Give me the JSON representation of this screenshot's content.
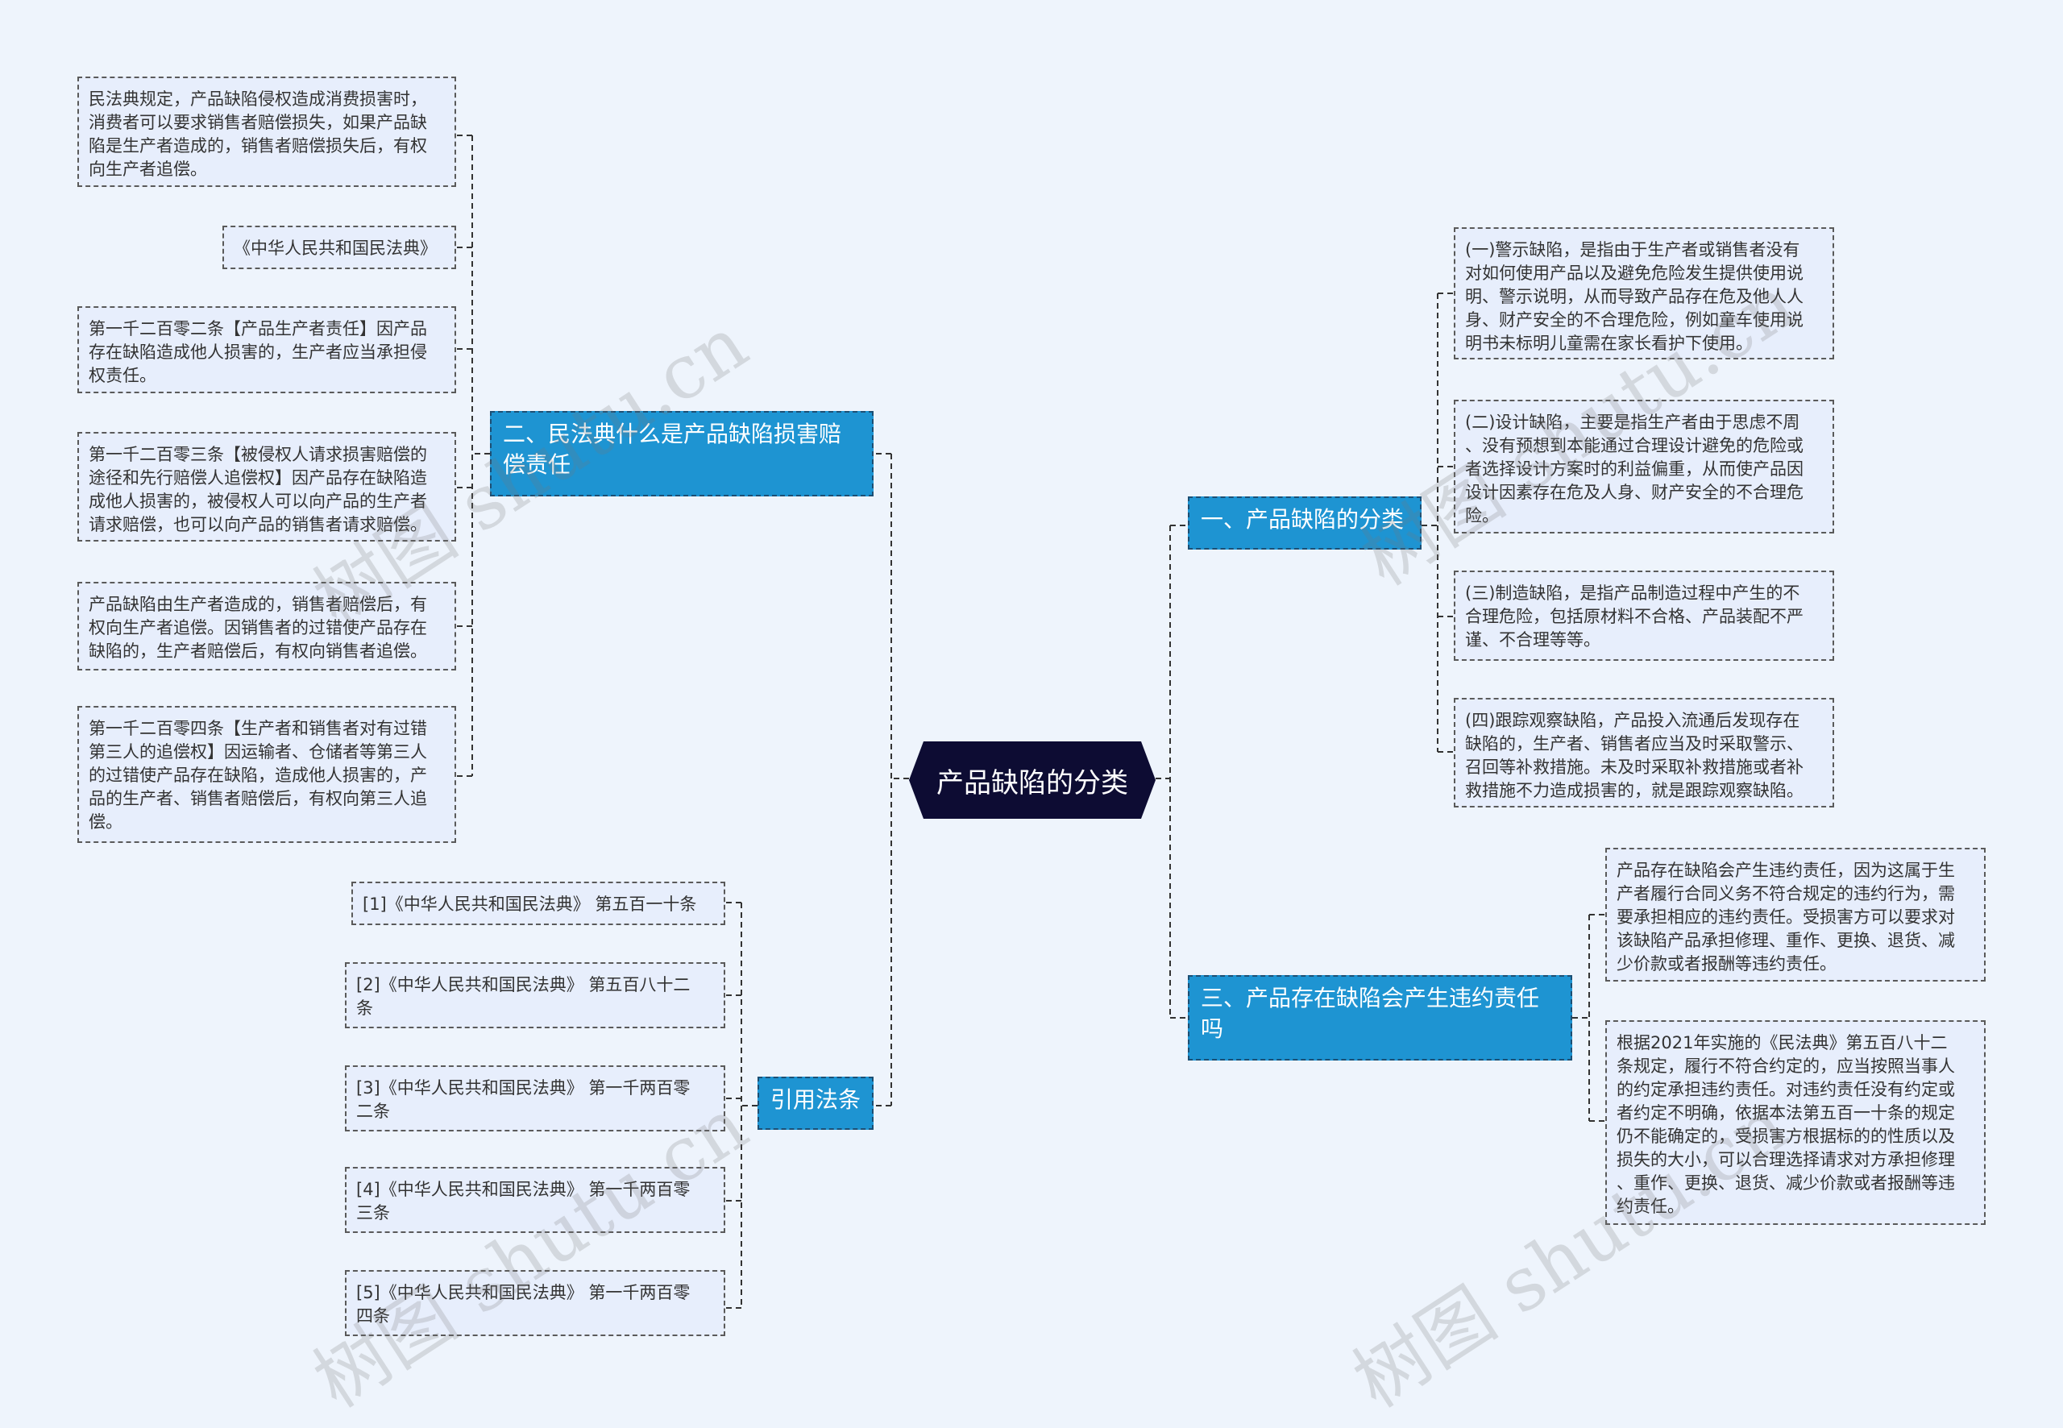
{
  "root": {
    "label": "产品缺陷的分类"
  },
  "branches": {
    "b1": {
      "label": "一、产品缺陷的分类",
      "leaves": [
        "(一)警示缺陷，是指由于生产者或销售者没有\n对如何使用产品以及避免危险发生提供使用说\n明、警示说明，从而导致产品存在危及他人人\n身、财产安全的不合理危险，例如童车使用说\n明书未标明儿童需在家长看护下使用。",
        "(二)设计缺陷，主要是指生产者由于思虑不周\n、没有预想到本能通过合理设计避免的危险或\n者选择设计方案时的利益偏重，从而使产品因\n设计因素存在危及人身、财产安全的不合理危\n险。",
        "(三)制造缺陷，是指产品制造过程中产生的不\n合理危险，包括原材料不合格、产品装配不严\n谨、不合理等等。",
        "(四)跟踪观察缺陷，产品投入流通后发现存在\n缺陷的，生产者、销售者应当及时采取警示、\n召回等补救措施。未及时采取补救措施或者补\n救措施不力造成损害的，就是跟踪观察缺陷。"
      ]
    },
    "b2": {
      "label": "二、民法典什么是产品缺陷损害赔偿责任",
      "leaves": [
        "民法典规定，产品缺陷侵权造成消费损害时，\n消费者可以要求销售者赔偿损失，如果产品缺\n陷是生产者造成的，销售者赔偿损失后，有权\n向生产者追偿。",
        "《中华人民共和国民法典》",
        "第一千二百零二条【产品生产者责任】因产品\n存在缺陷造成他人损害的，生产者应当承担侵\n权责任。",
        "第一千二百零三条【被侵权人请求损害赔偿的\n途径和先行赔偿人追偿权】因产品存在缺陷造\n成他人损害的，被侵权人可以向产品的生产者\n请求赔偿，也可以向产品的销售者请求赔偿。",
        "产品缺陷由生产者造成的，销售者赔偿后，有\n权向生产者追偿。因销售者的过错使产品存在\n缺陷的，生产者赔偿后，有权向销售者追偿。",
        "第一千二百零四条【生产者和销售者对有过错\n第三人的追偿权】因运输者、仓储者等第三人\n的过错使产品存在缺陷，造成他人损害的，产\n品的生产者、销售者赔偿后，有权向第三人追\n偿。"
      ]
    },
    "b3": {
      "label": "三、产品存在缺陷会产生违约责任吗",
      "leaves": [
        "产品存在缺陷会产生违约责任，因为这属于生\n产者履行合同义务不符合规定的违约行为，需\n要承担相应的违约责任。受损害方可以要求对\n该缺陷产品承担修理、重作、更换、退货、减\n少价款或者报酬等违约责任。",
        "根据2021年实施的《民法典》第五百八十二\n条规定，履行不符合约定的，应当按照当事人\n的约定承担违约责任。对违约责任没有约定或\n者约定不明确，依据本法第五百一十条的规定\n仍不能确定的，受损害方根据标的的性质以及\n损失的大小，可以合理选择请求对方承担修理\n、重作、更换、退货、减少价款或者报酬等违\n约责任。"
      ]
    },
    "b4": {
      "label": "引用法条",
      "leaves": [
        "[1]《中华人民共和国民法典》 第五百一十条",
        "[2]《中华人民共和国民法典》 第五百八十二\n条",
        "[3]《中华人民共和国民法典》 第一千两百零\n二条",
        "[4]《中华人民共和国民法典》 第一千两百零\n三条",
        "[5]《中华人民共和国民法典》 第一千两百零\n四条"
      ]
    }
  },
  "watermark": "树图 shutu.cn",
  "colors": {
    "background": "#eef4fc",
    "branch": "#1e94d2",
    "root": "#0d0c33",
    "leaf": "#e7eefc"
  }
}
